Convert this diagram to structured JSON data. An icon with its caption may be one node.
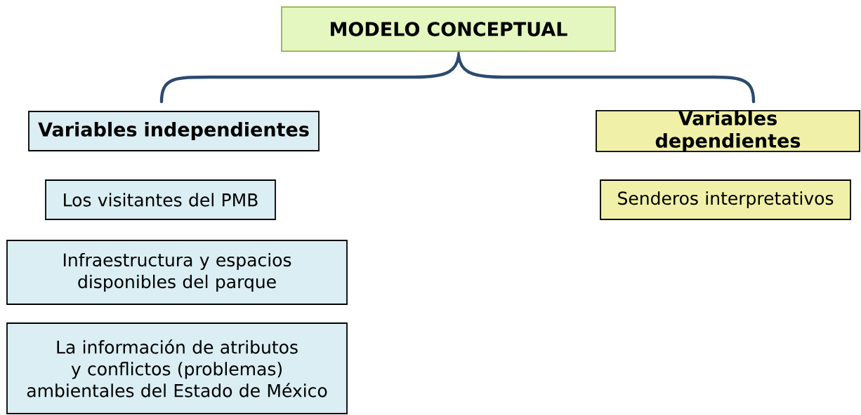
{
  "diagram": {
    "nodes": [
      {
        "text": [
          "MODELO CONCEPTUAL"
        ]
      },
      {
        "text": [
          "Variables independientes"
        ]
      },
      {
        "text": [
          "Los visitantes del PMB"
        ]
      },
      {
        "text": [
          "Infraestructura y espacios disponibles del parque"
        ]
      },
      {
        "text": [
          "La información de atributos  y conflictos (problemas) ambientales del Estado de México"
        ]
      },
      {
        "text": [
          "Variables dependientes"
        ]
      },
      {
        "text": [
          "Senderos interpretativos"
        ]
      }
    ]
  }
}
